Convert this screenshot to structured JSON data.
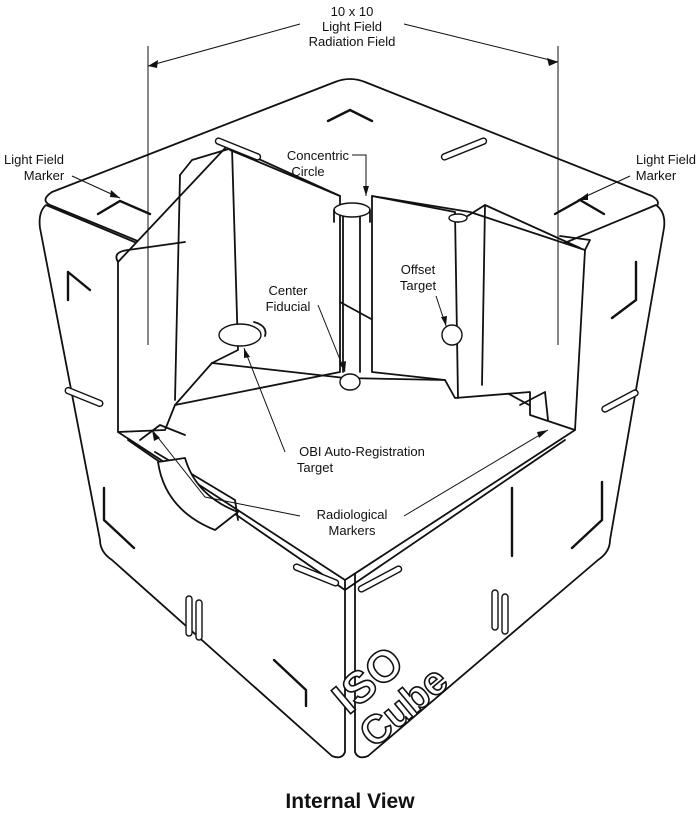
{
  "labels": {
    "radiation_field_size": "10 x 10",
    "radiation_field_line1": "Light Field",
    "radiation_field_line2": "Radiation Field",
    "light_field_marker_left_line1": "Light Field",
    "light_field_marker_left_line2": "Marker",
    "light_field_marker_right_line1": "Light Field",
    "light_field_marker_right_line2": "Marker",
    "concentric_circle_line1": "Concentric",
    "concentric_circle_line2": "Circle",
    "center_fiducial_line1": "Center",
    "center_fiducial_line2": "Fiducial",
    "offset_target_line1": "Offset",
    "offset_target_line2": "Target",
    "obi_target_line1": "OBI Auto-Registration",
    "obi_target_line2": "Target",
    "radiological_markers_line1": "Radiological",
    "radiological_markers_line2": "Markers"
  },
  "logo": {
    "line1": "ISO",
    "line2": "Cube"
  },
  "caption": "Internal View"
}
